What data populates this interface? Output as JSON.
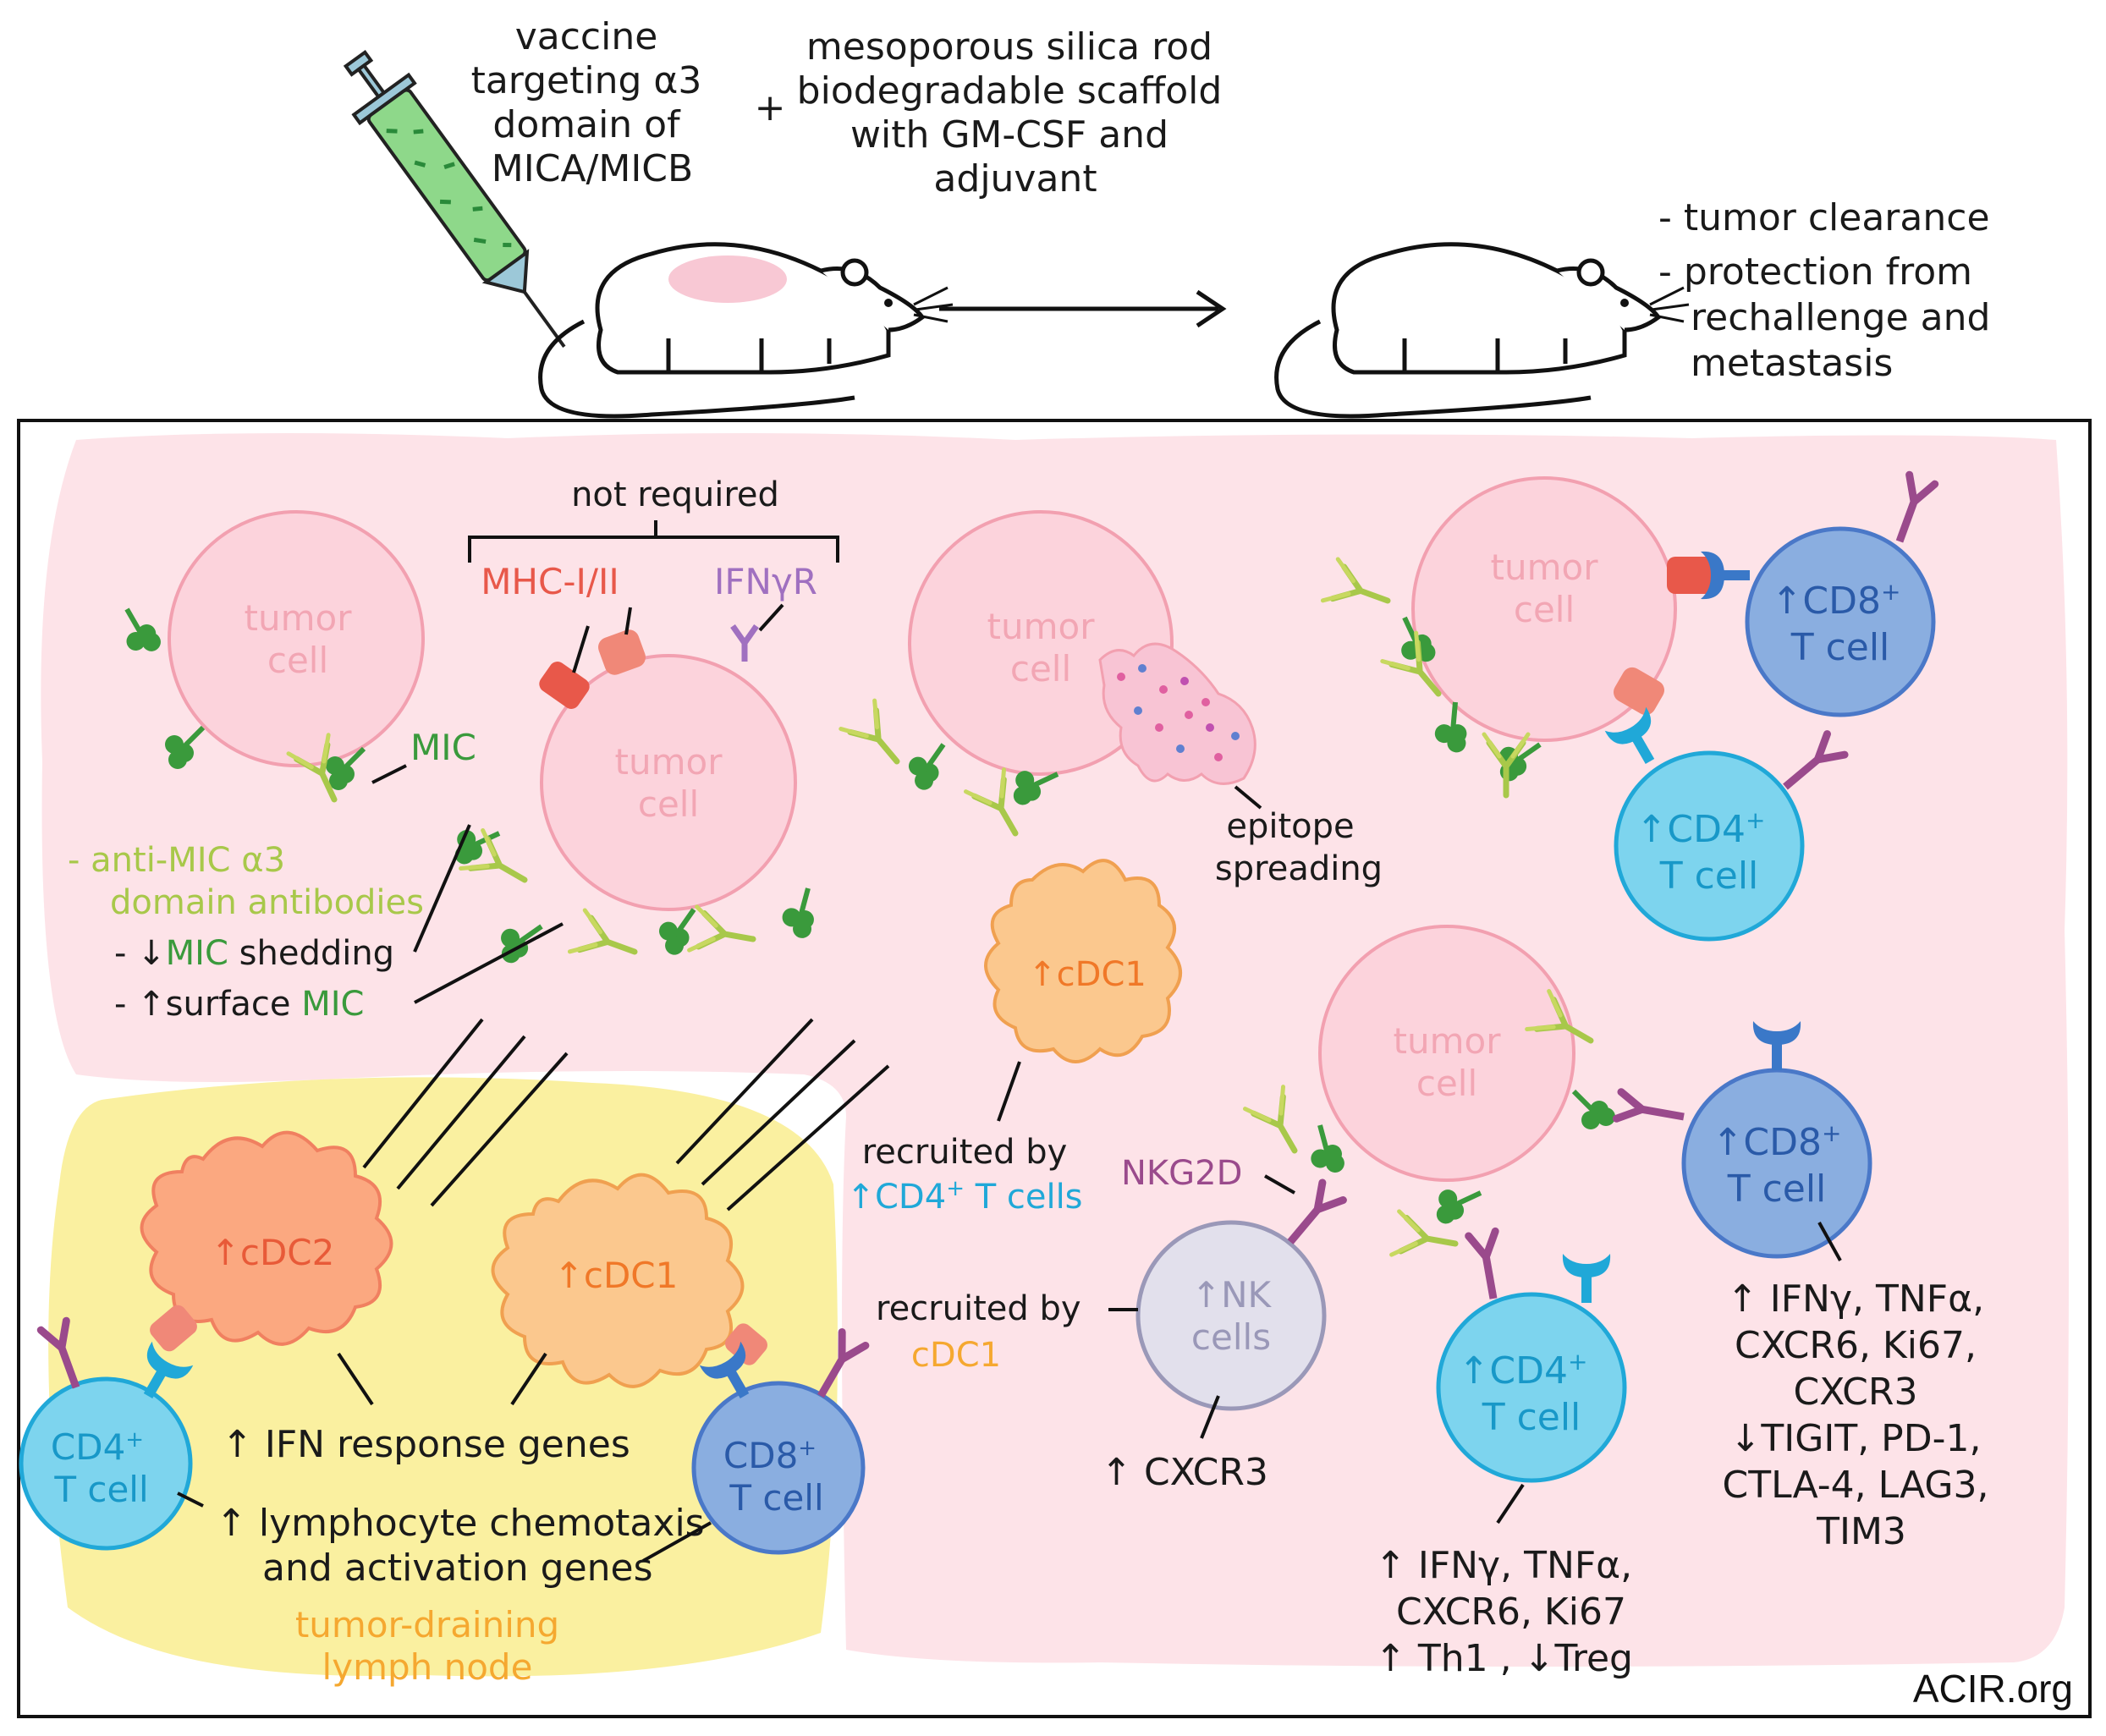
{
  "top": {
    "vaccine": [
      "vaccine",
      "targeting α3",
      "domain of",
      "MICA/MICB"
    ],
    "plus": "+",
    "scaffold": [
      "mesoporous silica rod",
      "biodegradable scaffold",
      "with GM-CSF and",
      "adjuvant"
    ],
    "outcomes": [
      "- tumor clearance",
      "- protection from",
      "rechallenge and",
      "metastasis"
    ]
  },
  "panel": {
    "not_required": "not required",
    "mhc": "MHC-I/II",
    "ifngr": "IFNγR",
    "tumor_cell": [
      "tumor",
      "cell"
    ],
    "mic": "MIC",
    "antibodies": [
      "- anti-MIC α3",
      "domain antibodies"
    ],
    "shedding": {
      "prefix": "- ↓",
      "mic": "MIC",
      "suffix": " shedding"
    },
    "surface": {
      "prefix": "- ↑surface ",
      "mic": "MIC"
    },
    "epitope": [
      "epitope",
      "spreading"
    ],
    "cdc1": "↑cDC1",
    "cdc2": "↑cDC2",
    "recruited_cd4": [
      "recruited by",
      "↑CD4",
      "+",
      " T cells"
    ],
    "recruited_cdc1": [
      "recruited by",
      "cDC1"
    ],
    "nkg2d": "NKG2D",
    "nk": [
      "↑NK",
      "cells"
    ],
    "cxcr3": "↑ CXCR3",
    "cd8_up": [
      "↑CD8",
      "+",
      "T cell"
    ],
    "cd4_up": [
      "↑CD4",
      "+",
      "T cell"
    ],
    "cd4": [
      "CD4",
      "+",
      "T cell"
    ],
    "cd8": [
      "CD8",
      "+",
      "T cell"
    ],
    "ifn_genes": "↑ IFN response genes",
    "chemo": [
      "↑ lymphocyte chemotaxis",
      "and activation genes"
    ],
    "lymph_node": [
      "tumor-draining",
      "lymph node"
    ],
    "cd4_markers": [
      "↑ IFNγ, TNFα,",
      "CXCR6, Ki67",
      "↑ Th1 , ↓Treg"
    ],
    "cd8_markers": [
      "↑ IFNγ, TNFα,",
      "CXCR6, Ki67,",
      "CXCR3",
      "↓TIGIT, PD-1,",
      "CTLA-4, LAG3,",
      "TIM3"
    ],
    "watermark": "ACIR.org"
  },
  "colors": {
    "pink_bg": "#fde3e8",
    "tumor_fill": "#fcd3dc",
    "tumor_stroke": "#f2a0b0",
    "tumor_text": "#f2a6b4",
    "mic_green": "#3a9a3c",
    "antibody_green": "#a8c84a",
    "mhc_red": "#e8584a",
    "ifngr_purple": "#a070c0",
    "nkg2d_purple": "#9a4a8c",
    "cdc1_orange": "#f0a050",
    "cdc2_orange": "#f07050",
    "cd4_blue": "#2ab0d8",
    "cd8_blue": "#4a78c8",
    "lymph_yellow": "#faf0a0",
    "lymph_text": "#f5a830",
    "nk_gray": "#9a98b8"
  }
}
